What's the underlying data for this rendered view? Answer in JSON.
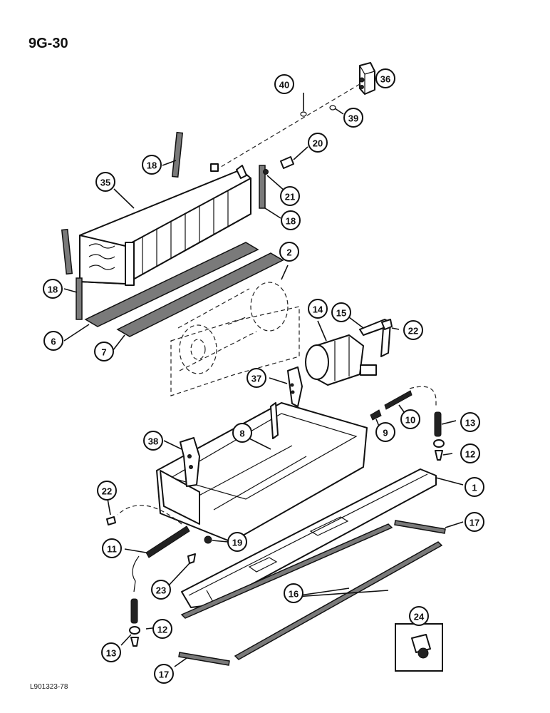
{
  "page_number": "9G-30",
  "figure_code": "L901323-78",
  "callouts": [
    {
      "label": "40"
    },
    {
      "label": "36"
    },
    {
      "label": "39"
    },
    {
      "label": "20"
    },
    {
      "label": "18"
    },
    {
      "label": "35"
    },
    {
      "label": "21"
    },
    {
      "label": "18"
    },
    {
      "label": "2"
    },
    {
      "label": "18"
    },
    {
      "label": "14"
    },
    {
      "label": "15"
    },
    {
      "label": "22"
    },
    {
      "label": "6"
    },
    {
      "label": "7"
    },
    {
      "label": "37"
    },
    {
      "label": "10"
    },
    {
      "label": "9"
    },
    {
      "label": "13"
    },
    {
      "label": "8"
    },
    {
      "label": "38"
    },
    {
      "label": "12"
    },
    {
      "label": "22"
    },
    {
      "label": "1"
    },
    {
      "label": "17"
    },
    {
      "label": "19"
    },
    {
      "label": "11"
    },
    {
      "label": "23"
    },
    {
      "label": "16"
    },
    {
      "label": "24"
    },
    {
      "label": "12"
    },
    {
      "label": "13"
    },
    {
      "label": "17"
    }
  ]
}
